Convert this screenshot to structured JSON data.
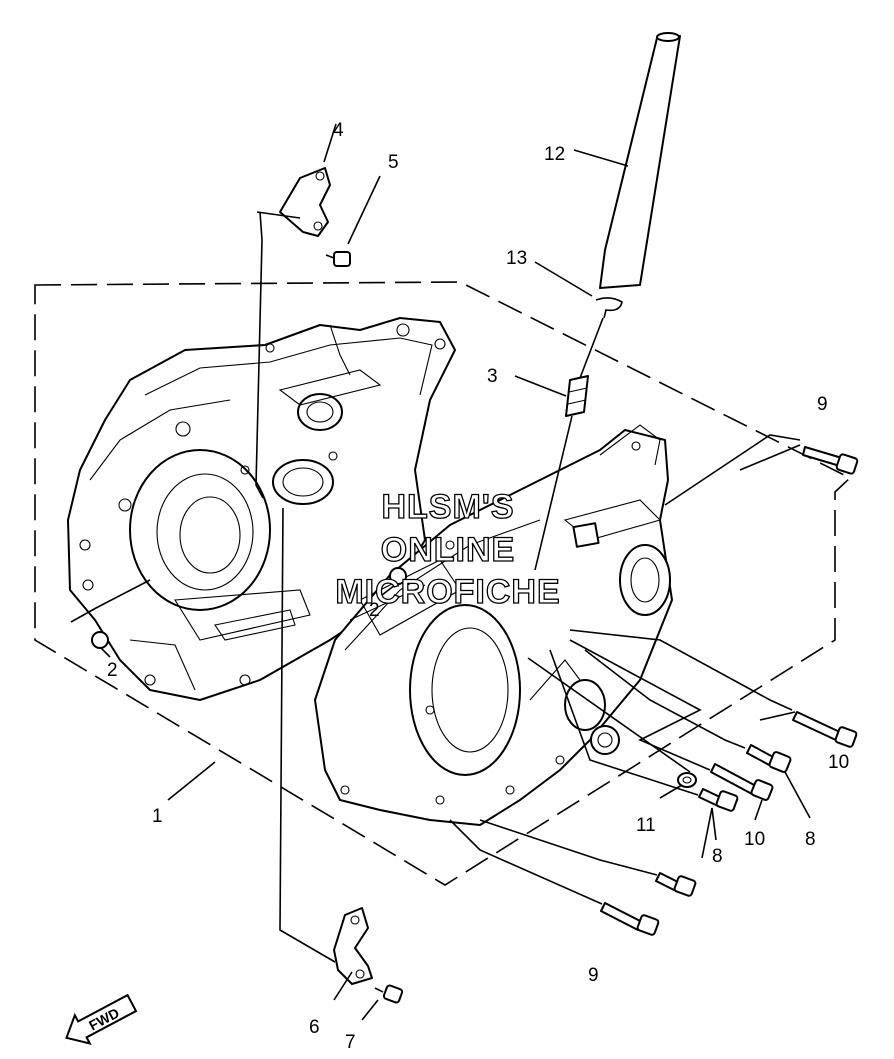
{
  "callouts": {
    "c1": "1",
    "c2a": "2",
    "c2b": "2",
    "c3": "3",
    "c4": "4",
    "c5": "5",
    "c6": "6",
    "c7": "7",
    "c8a": "8",
    "c8b": "8",
    "c9a": "9",
    "c9b": "9",
    "c10a": "10",
    "c10b": "10",
    "c11": "11",
    "c12": "12",
    "c13": "13"
  },
  "watermark": {
    "line1": "HLSM'S",
    "line2": "ONLINE",
    "line3": "MICROFICHE"
  },
  "fwd_label": "FWD",
  "icons": {
    "fwd_arrow": "fwd-arrow-icon"
  }
}
